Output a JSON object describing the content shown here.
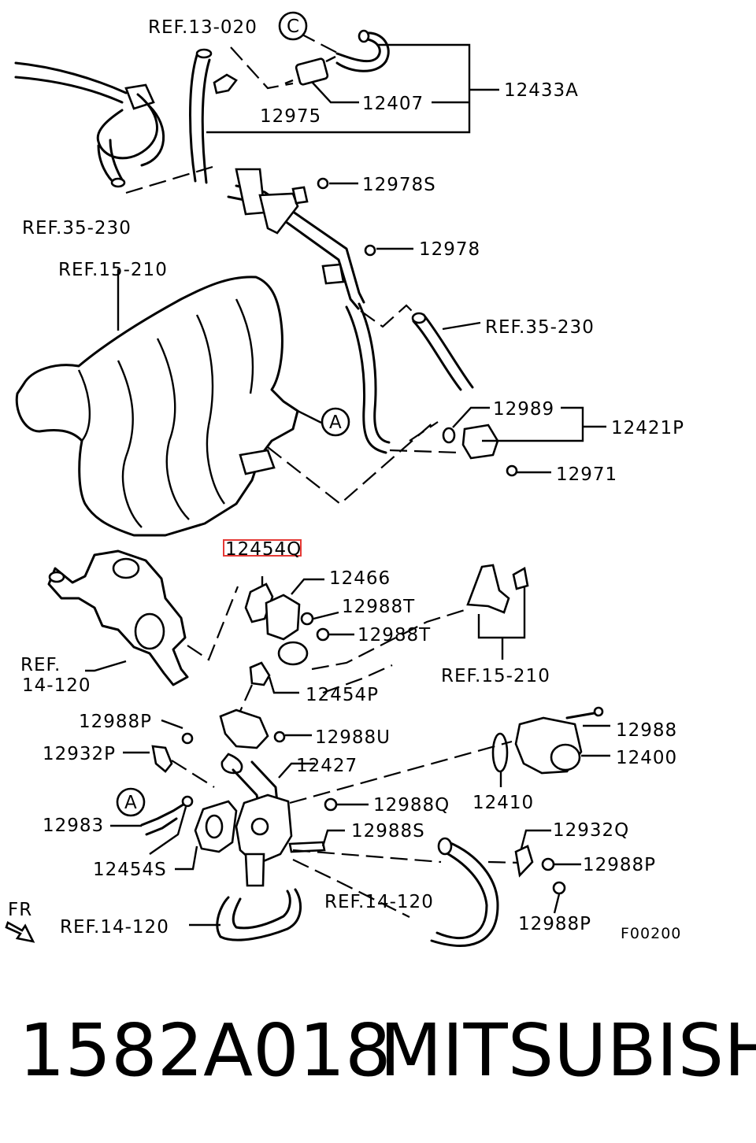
{
  "diagram": {
    "callouts": {
      "ref_13_020": "REF.13-020",
      "circle_c": "C",
      "p12433A": "12433A",
      "p12407": "12407",
      "p12975": "12975",
      "p12978S": "12978S",
      "ref_35_230_left": "REF.35-230",
      "p12978": "12978",
      "ref_15_210_top": "REF.15-210",
      "ref_35_230_right": "REF.35-230",
      "circle_a_top": "A",
      "p12989": "12989",
      "p12421P": "12421P",
      "p12971": "12971",
      "p12454Q": "12454Q",
      "p12466": "12466",
      "p12988T_a": "12988T",
      "p12988T_b": "12988T",
      "ref_14_120_left_1": "REF.",
      "ref_14_120_left_2": "14-120",
      "ref_15_210_bottom": "REF.15-210",
      "p12454P": "12454P",
      "p12988P_left": "12988P",
      "p12988U": "12988U",
      "p12932P": "12932P",
      "p12427": "12427",
      "p12988": "12988",
      "p12400": "12400",
      "circle_a_bottom": "A",
      "p12983": "12983",
      "p12988Q": "12988Q",
      "p12410": "12410",
      "p12988S": "12988S",
      "p12932Q": "12932Q",
      "p12454S": "12454S",
      "p12988P_right": "12988P",
      "ref_14_120_mid": "REF.14-120",
      "fr": "FR",
      "ref_14_120_bottom": "REF.14-120",
      "p12988P_bottom": "12988P",
      "figure_code": "F00200"
    },
    "highlight_color": "#e53935"
  },
  "footer": {
    "part_number": "1582A018",
    "brand": "MITSUBISHI"
  }
}
